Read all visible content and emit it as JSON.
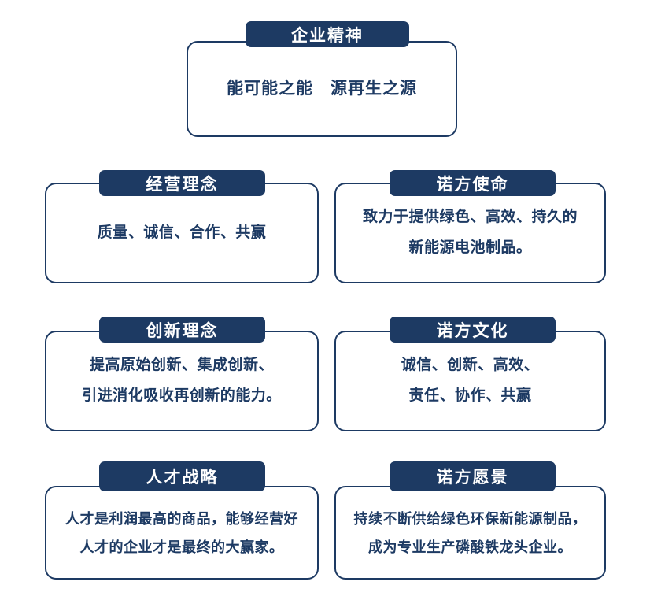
{
  "theme": {
    "navy": "#1d3a63",
    "background": "#ffffff",
    "header_text": "#ffffff",
    "body_text": "#1d3a63"
  },
  "cards": {
    "spirit": {
      "header": "企业精神",
      "lines": [
        "能可能之能　源再生之源"
      ]
    },
    "philosophy": {
      "header": "经营理念",
      "lines": [
        "质量、诚信、合作、共赢"
      ]
    },
    "mission": {
      "header": "诺方使命",
      "lines": [
        "致力于提供绿色、高效、持久的",
        "新能源电池制品。"
      ]
    },
    "innovation": {
      "header": "创新理念",
      "lines": [
        "提高原始创新、集成创新、",
        "引进消化吸收再创新的能力。"
      ]
    },
    "culture": {
      "header": "诺方文化",
      "lines": [
        "诚信、创新、高效、",
        "责任、协作、共赢"
      ]
    },
    "talent": {
      "header": "人才战略",
      "lines": [
        "人才是利润最高的商品，能够经营好",
        "人才的企业才是最终的大赢家。"
      ]
    },
    "vision": {
      "header": "诺方愿景",
      "lines": [
        "持续不断供给绿色环保新能源制品，",
        "成为专业生产磷酸铁龙头企业。"
      ]
    }
  }
}
